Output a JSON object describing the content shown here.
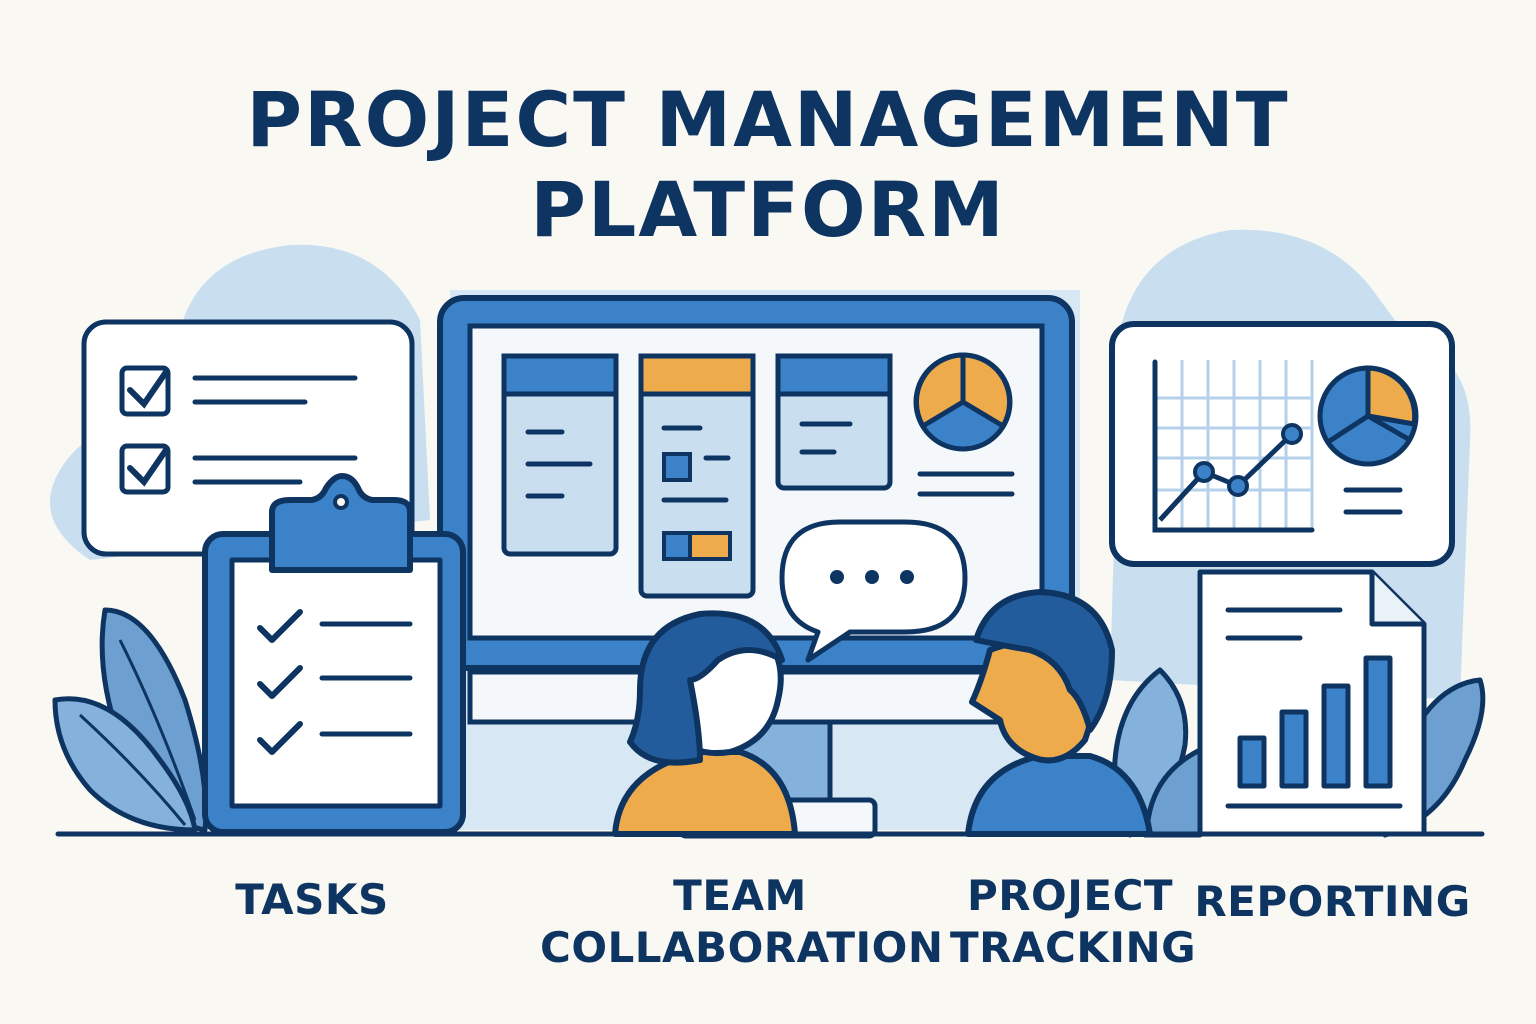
{
  "header": {
    "title_line_1": "PROJECT MANAGEMENT",
    "title_line_2": "PLATFORM"
  },
  "features": {
    "tasks": "TASKS",
    "team_collaboration_line_1": "TEAM",
    "team_collaboration_line_2": "COLLABORATION",
    "project_tracking_line_1": "PROJECT",
    "project_tracking_line_2": "TRACKING",
    "reporting": "REPORTING"
  },
  "colors": {
    "background": "#f9f8f3",
    "navy": "#0e3462",
    "blue": "#3b82c8",
    "light_blue": "#c9dff0",
    "orange": "#eeab4c"
  },
  "icons": {
    "checklist_card": "checklist-icon",
    "clipboard": "clipboard-icon",
    "monitor": "monitor-icon",
    "chat": "speech-bubble-icon",
    "chart_card": "line-chart-icon",
    "report": "bar-chart-document-icon"
  }
}
